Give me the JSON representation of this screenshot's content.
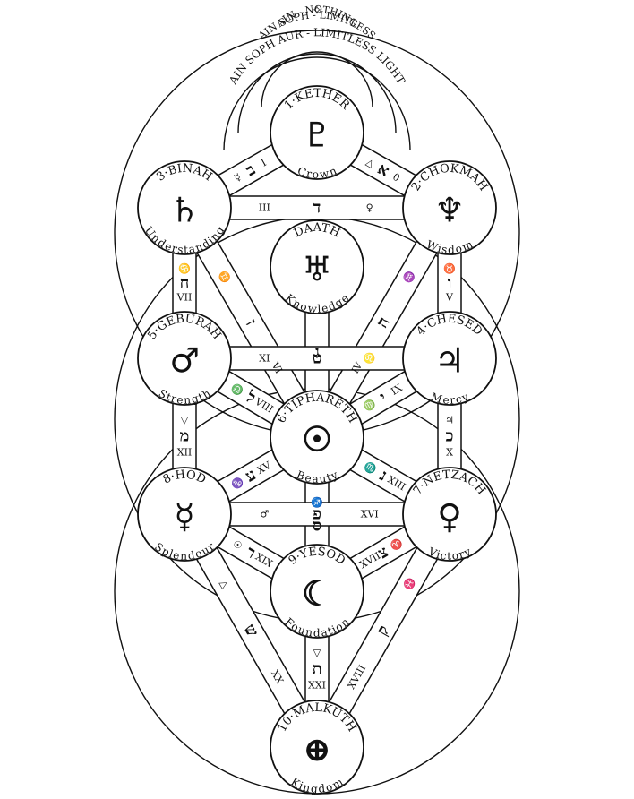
{
  "veils": {
    "ain": "AIN - NOTHING",
    "ain_soph": "AIN SOPH - LIMITLESS",
    "ain_soph_aur": "AIN SOPH AUR - LIMITLESS LIGHT"
  },
  "sephiroth": [
    {
      "id": "kether",
      "title": "1·KETHER",
      "subtitle": "Crown",
      "symbol": "♇",
      "symbol_name": "pluto-icon"
    },
    {
      "id": "chokmah",
      "title": "2·CHOKMAH",
      "subtitle": "Wisdom",
      "symbol": "♆",
      "symbol_name": "neptune-icon"
    },
    {
      "id": "binah",
      "title": "3·BINAH",
      "subtitle": "Understanding",
      "symbol": "♄",
      "symbol_name": "saturn-icon"
    },
    {
      "id": "daath",
      "title": "DAATH",
      "subtitle": "Knowledge",
      "symbol": "♅",
      "symbol_name": "uranus-icon"
    },
    {
      "id": "chesed",
      "title": "4·CHESED",
      "subtitle": "Mercy",
      "symbol": "♃",
      "symbol_name": "jupiter-icon"
    },
    {
      "id": "geburah",
      "title": "5·GEBURAH",
      "subtitle": "Strength",
      "symbol": "♂",
      "symbol_name": "mars-icon"
    },
    {
      "id": "tiphareth",
      "title": "6·TIPHARETH",
      "subtitle": "Beauty",
      "symbol": "☉",
      "symbol_name": "sun-icon"
    },
    {
      "id": "netzach",
      "title": "7·NETZACH",
      "subtitle": "Victory",
      "symbol": "♀",
      "symbol_name": "venus-icon"
    },
    {
      "id": "hod",
      "title": "8·HOD",
      "subtitle": "Splendour",
      "symbol": "☿",
      "symbol_name": "mercury-icon"
    },
    {
      "id": "yesod",
      "title": "9·YESOD",
      "subtitle": "Foundation",
      "symbol": "☾",
      "symbol_name": "moon-icon"
    },
    {
      "id": "malkuth",
      "title": "10·MALKUTH",
      "subtitle": "Kingdom",
      "symbol": "⊕",
      "symbol_name": "earth-icon"
    }
  ],
  "paths": [
    {
      "from": "kether",
      "to": "chokmah",
      "labels": [
        "△",
        "א",
        "0"
      ]
    },
    {
      "from": "kether",
      "to": "binah",
      "labels": [
        "I",
        "ב",
        "☿"
      ]
    },
    {
      "from": "chokmah",
      "to": "binah",
      "labels": [
        "♀",
        "ד",
        "III"
      ]
    },
    {
      "from": "binah",
      "to": "geburah",
      "labels": [
        "♋",
        "ח",
        "VII"
      ]
    },
    {
      "from": "binah",
      "to": "tiphareth",
      "labels": [
        "♊",
        "ז",
        "VI"
      ]
    },
    {
      "from": "chokmah",
      "to": "chesed",
      "labels": [
        "♉",
        "ו",
        "V"
      ]
    },
    {
      "from": "chokmah",
      "to": "tiphareth",
      "labels": [
        "♒",
        "ה",
        "IV"
      ]
    },
    {
      "from": "daath",
      "to": "tiphareth",
      "labels": [
        "ג"
      ]
    },
    {
      "from": "chesed",
      "to": "geburah",
      "labels": [
        "♌",
        "ט",
        "XI"
      ]
    },
    {
      "from": "geburah",
      "to": "tiphareth",
      "labels": [
        "♎",
        "ל",
        "VIII"
      ]
    },
    {
      "from": "chesed",
      "to": "tiphareth",
      "labels": [
        "IX",
        "י",
        "♍"
      ]
    },
    {
      "from": "geburah",
      "to": "hod",
      "labels": [
        "▽",
        "מ",
        "XII"
      ]
    },
    {
      "from": "chesed",
      "to": "netzach",
      "labels": [
        "♃",
        "כ",
        "X"
      ]
    },
    {
      "from": "tiphareth",
      "to": "hod",
      "labels": [
        "XV",
        "ע",
        "♑"
      ]
    },
    {
      "from": "tiphareth",
      "to": "netzach",
      "labels": [
        "♏",
        "נ",
        "XIII"
      ]
    },
    {
      "from": "tiphareth",
      "to": "yesod",
      "labels": [
        "♐",
        "ס"
      ]
    },
    {
      "from": "hod",
      "to": "netzach",
      "labels": [
        "♂",
        "פ",
        "XVI"
      ]
    },
    {
      "from": "hod",
      "to": "yesod",
      "labels": [
        "☉",
        "ר",
        "XIX"
      ]
    },
    {
      "from": "netzach",
      "to": "yesod",
      "labels": [
        "♈",
        "צ",
        "XVII"
      ]
    },
    {
      "from": "hod",
      "to": "malkuth",
      "labels": [
        "△",
        "ש",
        "XX"
      ]
    },
    {
      "from": "netzach",
      "to": "malkuth",
      "labels": [
        "♓",
        "ק",
        "XVIII"
      ]
    },
    {
      "from": "yesod",
      "to": "malkuth",
      "labels": [
        "▽",
        "ת",
        "XXI"
      ]
    }
  ],
  "top_symbol": "✧"
}
